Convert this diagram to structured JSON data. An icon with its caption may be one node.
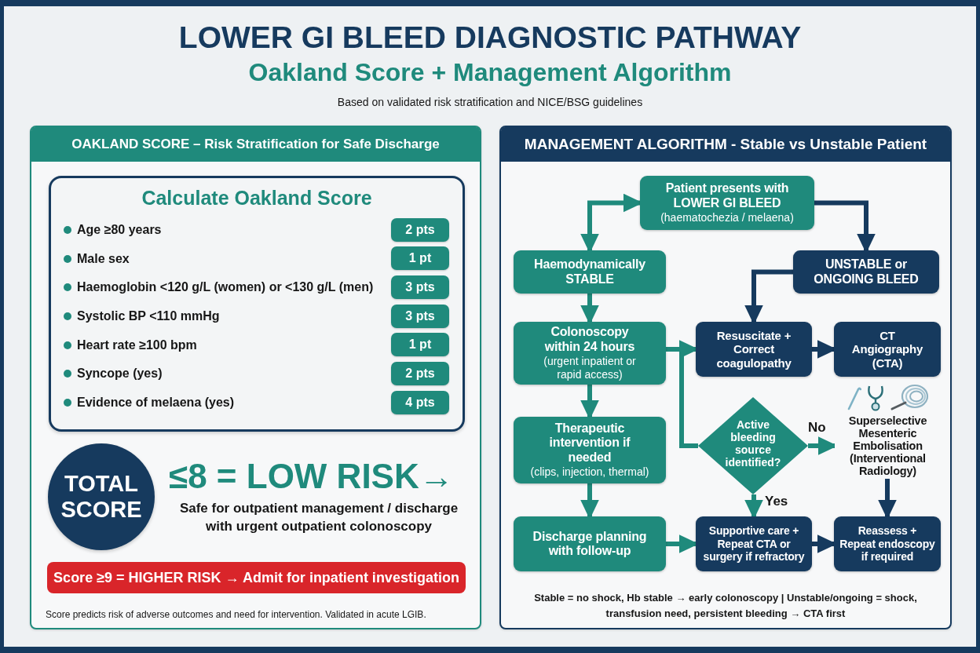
{
  "diagram": {
    "title": "LOWER GI BLEED DIAGNOSTIC PATHWAY",
    "nodes": [
      {
        "text": [
          "OAKLAND SCORE – Risk Stratification for Safe Discharge"
        ]
      },
      {
        "text": [
          "Calculate Oakland Score",
          "Age ≥80 years",
          "Male sex",
          "Haemoglobin <120 g/L (women) or <130 g/L (men)",
          "Systolic BP <110 mmHg",
          "Heart rate ≥100 bpm",
          "Syncope (yes)",
          "Evidence of melaena (yes)"
        ],
        "in": 0
      },
      {
        "text": [
          "2 pts"
        ],
        "in": 1
      },
      {
        "text": [
          "1 pt"
        ],
        "in": 1
      },
      {
        "text": [
          "3 pts"
        ],
        "in": 1
      },
      {
        "text": [
          "3 pts"
        ],
        "in": 1
      },
      {
        "text": [
          "1 pt"
        ],
        "in": 1
      },
      {
        "text": [
          "2 pts"
        ],
        "in": 1
      },
      {
        "text": [
          "4 pts"
        ],
        "in": 1
      },
      {
        "text": [
          "TOTAL SCORE"
        ],
        "in": 0,
        "beside": [
          "≤8 = LOW RISK→",
          "Safe for outpatient management / discharge with urgent outpatient colonoscopy"
        ]
      },
      {
        "text": [
          "Score ≥9 = HIGHER RISK → Admit for inpatient investigation"
        ],
        "in": 0
      },
      {
        "text": [
          "MANAGEMENT ALGORITHM - Stable vs Unstable Patient"
        ]
      },
      {
        "text": [
          "Patient presents with LOWER GI BLEED",
          "(haematochezia / melaena)"
        ],
        "in": 11
      },
      {
        "text": [
          "Haemodynamically STABLE"
        ],
        "in": 11
      },
      {
        "text": [
          "UNSTABLE or ONGOING BLEED"
        ],
        "in": 11
      },
      {
        "text": [
          "Colonoscopy within 24 hours",
          "(urgent inpatient or rapid access)"
        ],
        "in": 11
      },
      {
        "text": [
          "Resuscitate + Correct coagulopathy"
        ],
        "in": 11
      },
      {
        "text": [
          "CT Angiography (CTA)"
        ],
        "in": 11
      },
      {
        "text": [
          "Therapeutic intervention if needed",
          "(clips, injection, thermal)"
        ],
        "in": 11
      },
      {
        "text": [
          "Active bleeding source identified?"
        ],
        "in": 11
      },
      {
        "text": [
          "Superselective Mesenteric Embolisation (Interventional Radiology)"
        ],
        "in": 11
      },
      {
        "text": [
          "Discharge planning with follow-up"
        ],
        "in": 11
      },
      {
        "text": [
          "Supportive care + Repeat CTA or surgery if refractory"
        ],
        "in": 11
      },
      {
        "text": [
          "Reassess + Repeat endoscopy if required"
        ],
        "in": 11
      }
    ],
    "edges": [
      {
        "from": 12,
        "to": 13,
        "arrow": "both"
      },
      {
        "from": 12,
        "to": 14,
        "arrow": "to",
        "color": "#163a5e"
      },
      {
        "from": 13,
        "to": 15,
        "arrow": "to"
      },
      {
        "from": 14,
        "to": 16,
        "arrow": "to",
        "color": "#163a5e"
      },
      {
        "from": 15,
        "to": 16,
        "arrow": "to"
      },
      {
        "from": 16,
        "to": 17,
        "arrow": "to",
        "color": "#163a5e"
      },
      {
        "from": 15,
        "to": 18,
        "arrow": "to"
      },
      {
        "from": 15,
        "to": 19,
        "arrow": "none"
      },
      {
        "from": 19,
        "to": 20,
        "arrow": "to",
        "label": "No"
      },
      {
        "from": 19,
        "to": 22,
        "arrow": "to",
        "label": "Yes"
      },
      {
        "from": 20,
        "to": 23,
        "arrow": "to",
        "color": "#163a5e"
      },
      {
        "from": 18,
        "to": 21,
        "arrow": "to"
      },
      {
        "from": 21,
        "to": 22,
        "arrow": "to"
      },
      {
        "from": 22,
        "to": 23,
        "arrow": "to",
        "color": "#163a5e"
      }
    ],
    "labels": [
      "Oakland Score + Management Algorithm",
      "Based on validated risk stratification and NICE/BSG guidelines",
      "Score predicts risk of adverse outcomes and need for intervention. Validated in acute LGIB.",
      "Stable = no shock, Hb stable → early colonoscopy | Unstable/ongoing = shock, transfusion need, persistent bleeding → CTA first"
    ]
  }
}
